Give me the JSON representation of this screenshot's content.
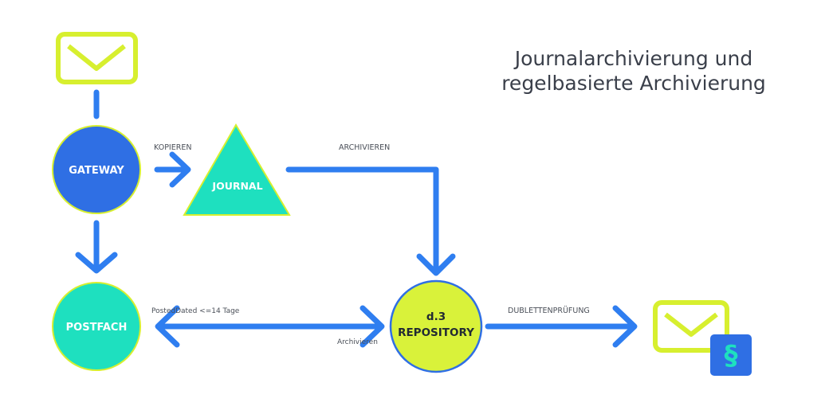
{
  "title": {
    "line1": "Journalarchivierung und",
    "line2": "regelbasierte Archivierung"
  },
  "nodes": {
    "gateway": "GATEWAY",
    "journal": "JOURNAL",
    "postfach": "POSTFACH",
    "repository_line1": "d.3",
    "repository_line2": "REPOSITORY"
  },
  "edges": {
    "kopieren": "KOPIEREN",
    "archivieren_top": "ARCHIVIEREN",
    "posted_dated": "PostedDated <=14 Tage",
    "archivieren_bottom": "Archivieren",
    "dublettenpruefung": "DUBLETTENPRÜFUNG"
  },
  "icons": {
    "source_mail": "envelope-icon",
    "target_mail": "envelope-icon",
    "paragraph": "paragraph-icon",
    "paragraph_symbol": "§"
  },
  "colors": {
    "blue": "#2f6fe4",
    "arrow_blue": "#2f7ef0",
    "teal": "#1ee0bf",
    "lime": "#d9f23a",
    "envelope_lime": "#d7ef2f"
  }
}
